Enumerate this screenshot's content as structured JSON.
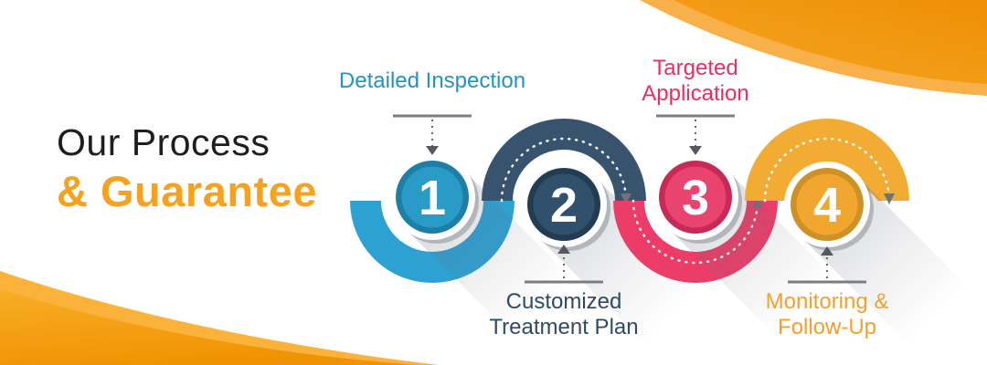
{
  "title": {
    "line1": "Our Process",
    "line2": "& Guarantee"
  },
  "colors": {
    "title_line1": "#1E1E20",
    "title_line2": "#F6A21E",
    "swoosh_dark_orange": "#F2991B",
    "swoosh_light_orange": "#F9B246",
    "indicator_gray": "#7A7D82",
    "background": "#FFFFFF"
  },
  "steps": [
    {
      "number": "1",
      "lines": [
        "Detailed Inspection"
      ],
      "label_position": "top",
      "label_color": "#2193C5",
      "band_color": "#2EA1D3",
      "ring_color": "#1B7FA6",
      "fill_color": "#2A9BC6"
    },
    {
      "number": "2",
      "lines": [
        "Customized",
        "Treatment Plan"
      ],
      "label_position": "bottom",
      "label_color": "#2F4A66",
      "band_color": "#37536E",
      "ring_color": "#213C53",
      "fill_color": "#31506B"
    },
    {
      "number": "3",
      "lines": [
        "Targeted",
        "Application"
      ],
      "label_position": "top",
      "label_color": "#E82F63",
      "band_color": "#EC3D68",
      "ring_color": "#C62A55",
      "fill_color": "#E94370"
    },
    {
      "number": "4",
      "lines": [
        "Monitoring &",
        "Follow-Up"
      ],
      "label_position": "bottom",
      "label_color": "#F4A02C",
      "band_color": "#F3AC33",
      "ring_color": "#CE9126",
      "fill_color": "#F1A62F"
    }
  ]
}
